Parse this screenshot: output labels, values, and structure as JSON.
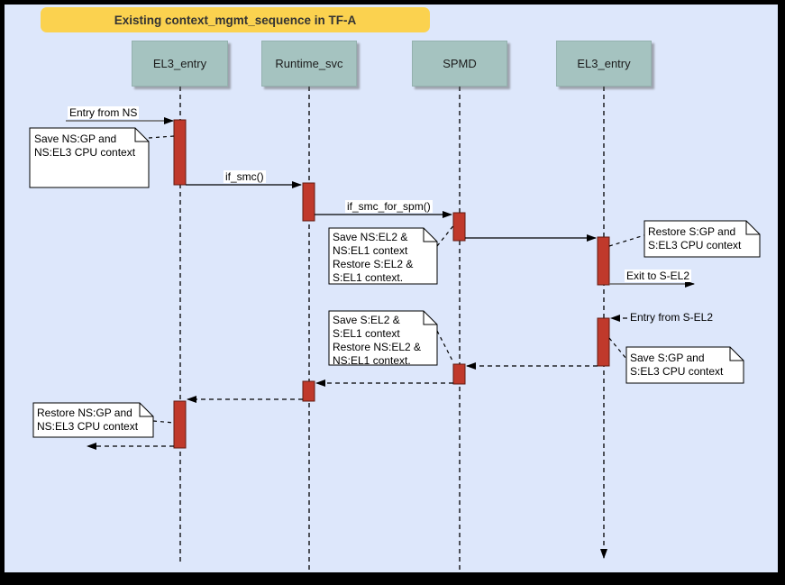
{
  "title": "Existing context_mgmt_sequence in TF-A",
  "colors": {
    "background": "#dde7fb",
    "frame": "#000000",
    "title_bg": "#fbd24f",
    "lifeline_head_bg": "#a5c3c0",
    "activation_fill": "#c0392b",
    "activation_border": "#611a10",
    "note_bg": "#ffffff",
    "message_line": "#000000",
    "entry_exit_line": "#666666"
  },
  "lifelines": [
    {
      "label": "EL3_entry"
    },
    {
      "label": "Runtime_svc"
    },
    {
      "label": "SPMD"
    },
    {
      "label": "EL3_entry"
    }
  ],
  "messages": {
    "entry_from_ns": "Entry from NS",
    "if_smc": "if_smc()",
    "if_smc_for_spm": "if_smc_for_spm()",
    "exit_to_sel2": "Exit to S-EL2",
    "entry_from_sel2": "Entry from S-EL2"
  },
  "notes": [
    {
      "text": "Save NS:GP and\nNS:EL3 CPU context"
    },
    {
      "text": "Save NS:EL2 &\nNS:EL1 context\nRestore S:EL2 &\nS:EL1 context."
    },
    {
      "text": "Restore S:GP and\nS:EL3 CPU context"
    },
    {
      "text": "Save S:GP and\nS:EL3 CPU context"
    },
    {
      "text": "Save S:EL2 &\nS:EL1 context\nRestore NS:EL2 &\nNS:EL1 context."
    },
    {
      "text": "Restore NS:GP and\nNS:EL3 CPU context"
    }
  ]
}
